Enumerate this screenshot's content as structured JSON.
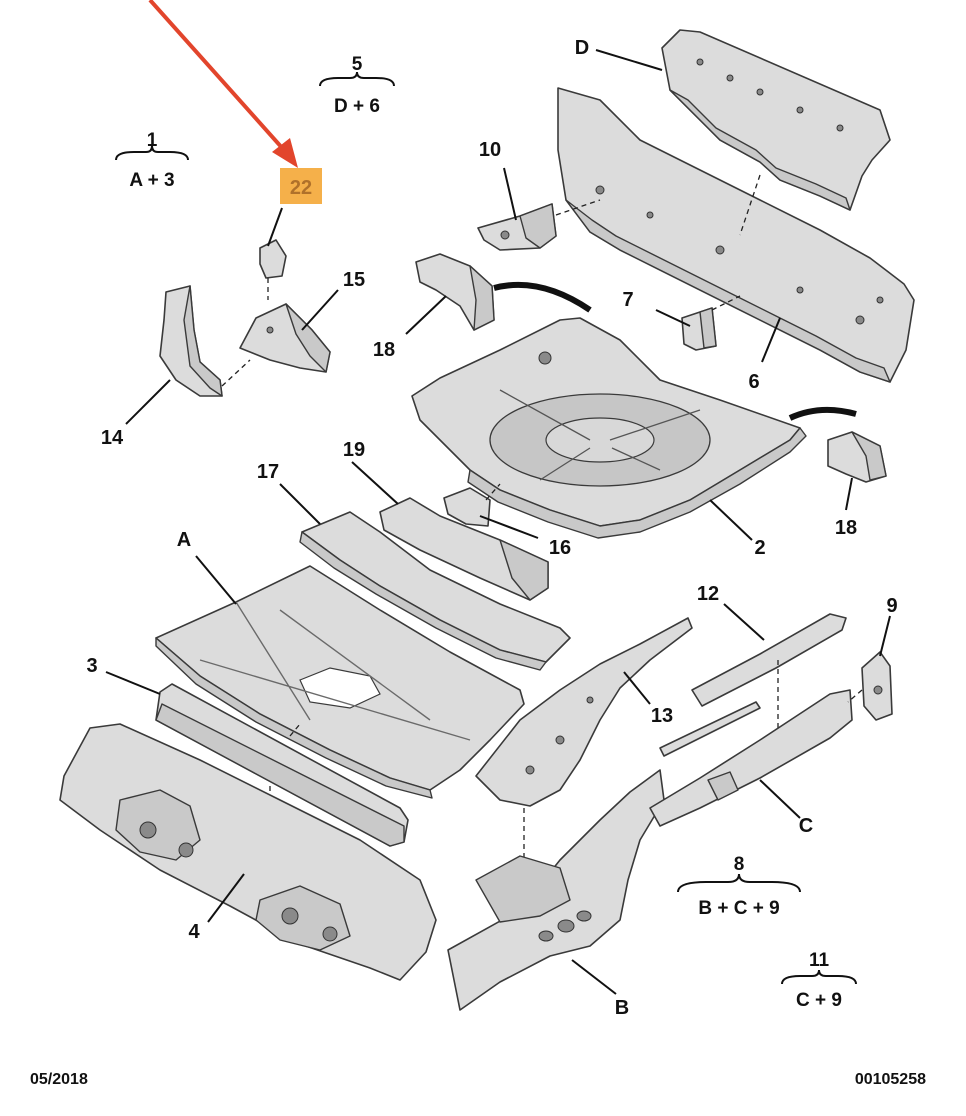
{
  "highlight": {
    "label": "22",
    "color": "#f5b04a",
    "arrow_color": "#e2452c"
  },
  "part_labels": {
    "l2": "2",
    "l3": "3",
    "l4": "4",
    "l6": "6",
    "l7": "7",
    "l9": "9",
    "l10": "10",
    "l12": "12",
    "l13": "13",
    "l14": "14",
    "l15": "15",
    "l16": "16",
    "l17": "17",
    "l18a": "18",
    "l18b": "18",
    "l19": "19",
    "lA": "A",
    "lB": "B",
    "lC": "C",
    "lD": "D"
  },
  "groups": {
    "g1": {
      "top": "1",
      "bottom": "A + 3"
    },
    "g5": {
      "top": "5",
      "bottom": "D + 6"
    },
    "g8": {
      "top": "8",
      "bottom": "B + C + 9"
    },
    "g11": {
      "top": "11",
      "bottom": "C + 9"
    }
  },
  "footer": {
    "date": "05/2018",
    "ref": "00105258"
  }
}
